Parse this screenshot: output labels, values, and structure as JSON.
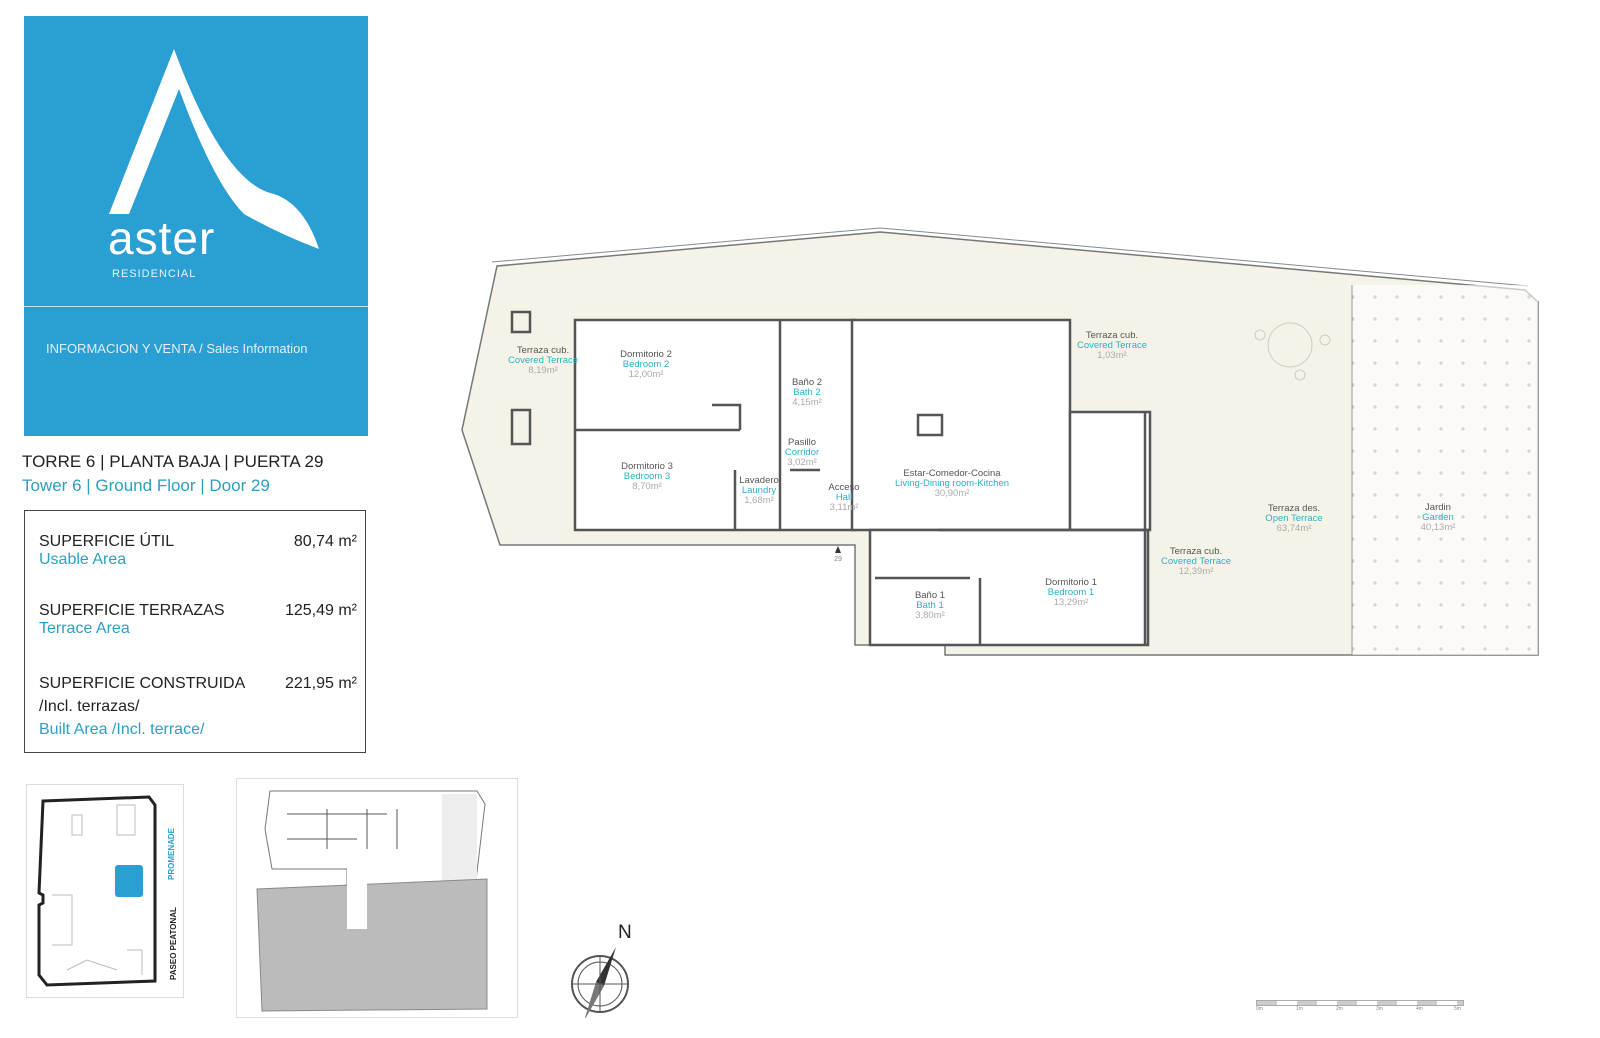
{
  "brand": {
    "name": "aster",
    "subtitle": "RESIDENCIAL",
    "sales_info": "INFORMACION Y VENTA / Sales Information",
    "color": "#2a9fd3"
  },
  "unit": {
    "spanish": "TORRE 6 | PLANTA BAJA | PUERTA 29",
    "english": "Tower 6 | Ground Floor | Door 29"
  },
  "areas": [
    {
      "label_es": "SUPERFICIE ÚTIL",
      "label_en": "Usable Area",
      "value": "80,74 m²"
    },
    {
      "label_es": "SUPERFICIE TERRAZAS",
      "label_en": "Terrace Area",
      "value": "125,49 m²"
    },
    {
      "label_es": "SUPERFICIE CONSTRUIDA",
      "label_es2": "/Incl. terrazas/",
      "label_en": "Built Area /Incl. terrace/",
      "value": "221,95 m²"
    }
  ],
  "rooms": [
    {
      "es": "Terraza cub.",
      "en": "Covered Terrace",
      "area": "8,19m²"
    },
    {
      "es": "Dormitorio 2",
      "en": "Bedroom 2",
      "area": "12,00m²"
    },
    {
      "es": "Baño 2",
      "en": "Bath 2",
      "area": "4,15m²"
    },
    {
      "es": "Pasillo",
      "en": "Corridor",
      "area": "3,02m²"
    },
    {
      "es": "Dormitorio 3",
      "en": "Bedroom 3",
      "area": "8,70m²"
    },
    {
      "es": "Lavadero",
      "en": "Laundry",
      "area": "1,68m²"
    },
    {
      "es": "Acceso",
      "en": "Hall",
      "area": "3,11m²"
    },
    {
      "es": "Estar-Comedor-Cocina",
      "en": "Living-Dining room-Kitchen",
      "area": "30,90m²"
    },
    {
      "es": "Terraza cub.",
      "en": "Covered Terrace",
      "area": "1,03m²"
    },
    {
      "es": "Terraza cub.",
      "en": "Covered Terrace",
      "area": "12,39m²"
    },
    {
      "es": "Terraza des.",
      "en": "Open Terrace",
      "area": "63,74m²"
    },
    {
      "es": "Jardin",
      "en": "Garden",
      "area": "40,13m²"
    },
    {
      "es": "Baño 1",
      "en": "Bath 1",
      "area": "3,80m²"
    },
    {
      "es": "Dormitorio 1",
      "en": "Bedroom 1",
      "area": "13,29m²"
    }
  ],
  "door_number": "29",
  "site_plan": {
    "label_promenade": "PROMENADE",
    "label_paseo": "PASEO PEATONAL"
  },
  "compass": {
    "north": "N"
  },
  "scale": [
    "0m",
    "1m",
    "2m",
    "3m",
    "4m",
    "5m"
  ]
}
